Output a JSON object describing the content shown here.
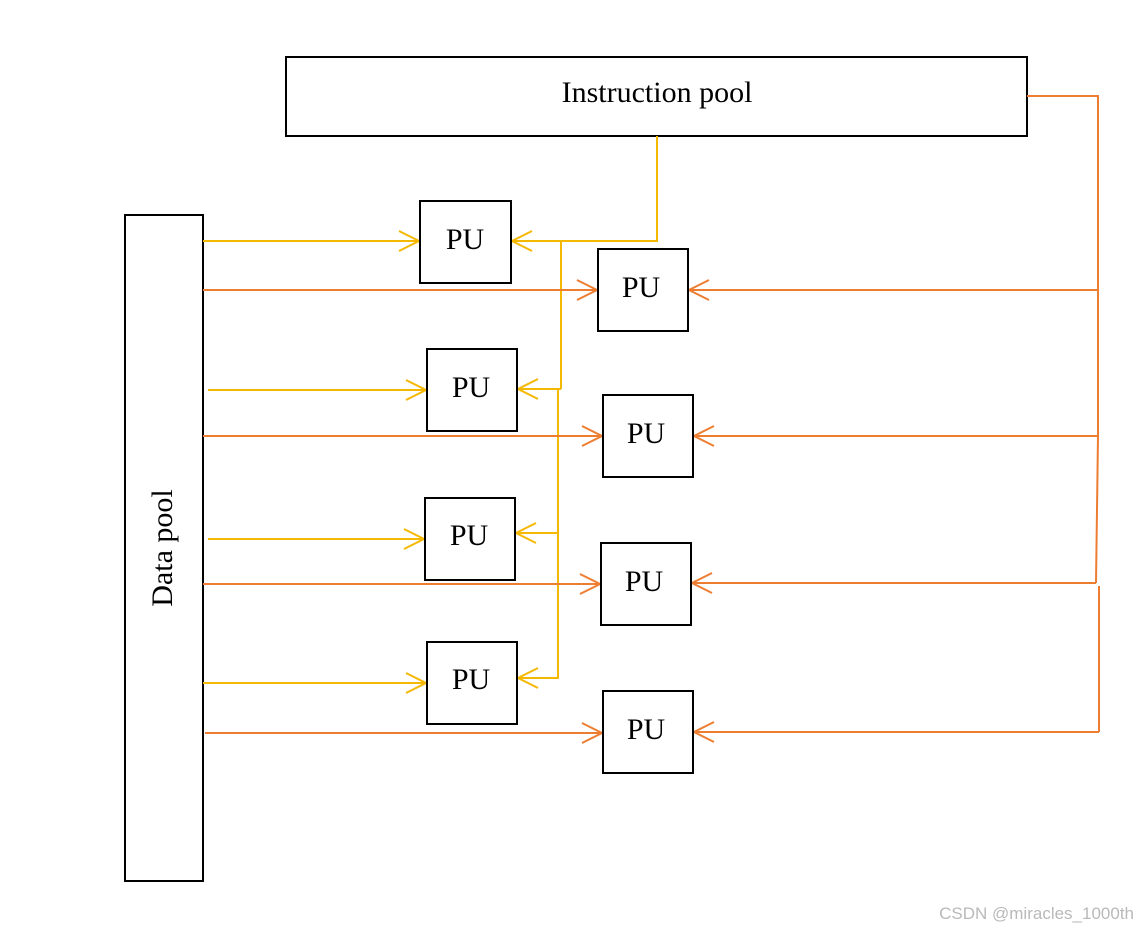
{
  "instruction_pool": {
    "label": "Instruction pool"
  },
  "data_pool": {
    "label": "Data pool"
  },
  "processing_units": [
    {
      "label": "PU"
    },
    {
      "label": "PU"
    },
    {
      "label": "PU"
    },
    {
      "label": "PU"
    },
    {
      "label": "PU"
    },
    {
      "label": "PU"
    },
    {
      "label": "PU"
    },
    {
      "label": "PU"
    }
  ],
  "watermark": "CSDN @miracles_1000th",
  "colors": {
    "box_stroke": "#000000",
    "yellow_line": "#f5b800",
    "orange_line": "#ed7d31",
    "watermark": "#b9b9b9"
  }
}
